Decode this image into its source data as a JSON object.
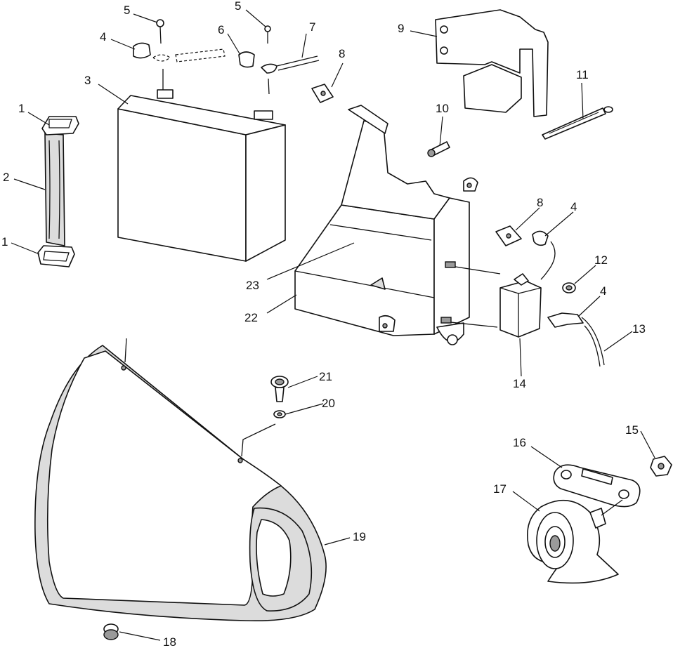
{
  "callouts": [
    "1",
    "2",
    "1",
    "3",
    "4",
    "5",
    "5",
    "6",
    "7",
    "8",
    "9",
    "10",
    "11",
    "8",
    "4",
    "12",
    "4",
    "13",
    "14",
    "23",
    "22",
    "15",
    "16",
    "17",
    "21",
    "20",
    "19",
    "18"
  ]
}
